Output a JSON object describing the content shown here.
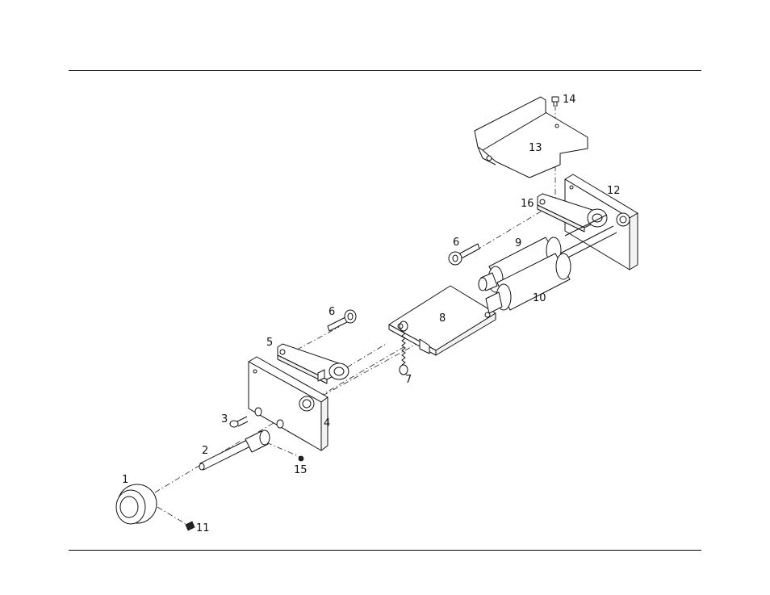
{
  "diagram": {
    "callouts": [
      {
        "id": "1",
        "label": "1"
      },
      {
        "id": "2",
        "label": "2"
      },
      {
        "id": "3",
        "label": "3"
      },
      {
        "id": "4",
        "label": "4"
      },
      {
        "id": "5",
        "label": "5"
      },
      {
        "id": "6a",
        "label": "6"
      },
      {
        "id": "6b",
        "label": "6"
      },
      {
        "id": "7",
        "label": "7"
      },
      {
        "id": "8",
        "label": "8"
      },
      {
        "id": "9",
        "label": "9"
      },
      {
        "id": "10",
        "label": "10"
      },
      {
        "id": "11",
        "label": "11"
      },
      {
        "id": "12",
        "label": "12"
      },
      {
        "id": "13",
        "label": "13"
      },
      {
        "id": "14",
        "label": "14"
      },
      {
        "id": "15",
        "label": "15"
      },
      {
        "id": "16",
        "label": "16"
      }
    ]
  }
}
